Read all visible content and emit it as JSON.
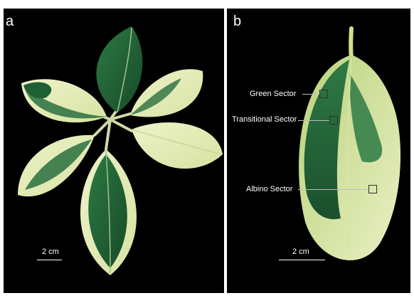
{
  "panels": {
    "a": {
      "letter": "a",
      "scale_label": "2 cm"
    },
    "b": {
      "letter": "b",
      "scale_label": "2 cm",
      "annotations": [
        "Green Sector",
        "Transitional Sector",
        "Albino Sector"
      ]
    }
  },
  "colors": {
    "background": "#000000",
    "dark_green": "#1f5f34",
    "pale_green": "#dfe9b6",
    "cream": "#f1f3d0",
    "text": "#ffffff"
  }
}
